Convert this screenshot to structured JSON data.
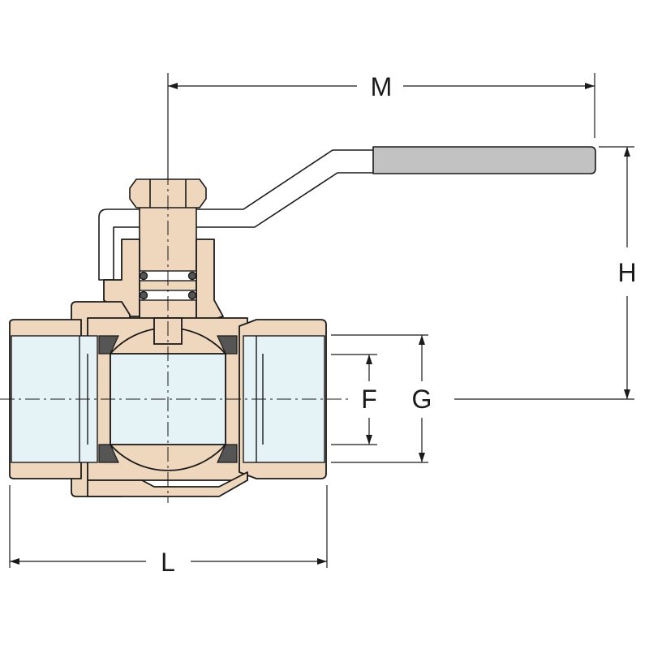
{
  "diagram": {
    "labels": {
      "m": "M",
      "h": "H",
      "f": "F",
      "g": "G",
      "l": "L"
    }
  },
  "colors": {
    "brass": "#efd7be",
    "glass": "#e6f3f6",
    "handle": "#c2c2c2",
    "seal": "#555555",
    "outline": "#1a1a1a"
  }
}
